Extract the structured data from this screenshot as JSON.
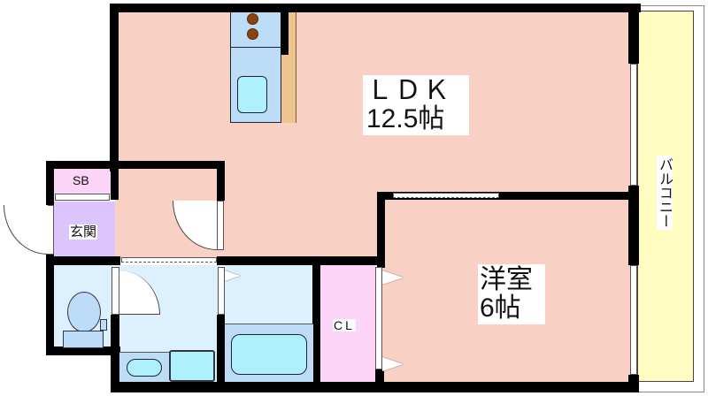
{
  "floorplan": {
    "rooms": {
      "ldk": {
        "name": "ＬＤＫ",
        "size": "12.5帖"
      },
      "western_room": {
        "name": "洋室",
        "size": "6帖"
      },
      "balcony": {
        "name": "バルコニー"
      },
      "entrance": {
        "name": "玄関"
      },
      "shoe_box": {
        "name": "SB"
      },
      "closet": {
        "name": "CL"
      }
    },
    "colors": {
      "living": "#f9d0c4",
      "wet_area": "#dcf0fe",
      "fixture": "#bcdcf8",
      "water": "#aef0fc",
      "entrance": "#dcc4fc",
      "storage": "#fcd4f8",
      "balcony": "#fefcc0",
      "counter": "#f0c490",
      "stove_burner": "#8a4410",
      "wall": "#000000"
    }
  }
}
